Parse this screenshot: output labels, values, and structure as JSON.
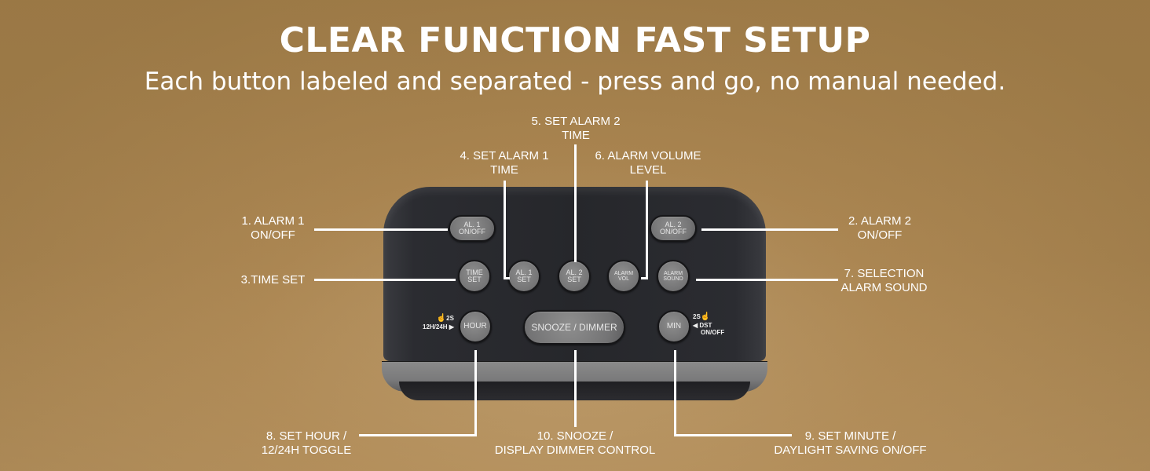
{
  "header": {
    "title": "CLEAR FUNCTION FAST SETUP",
    "subtitle": "Each button labeled and separated - press and go, no manual needed."
  },
  "colors": {
    "background": "#ab8652",
    "clock_body": "#26272b",
    "button_face": "#7a7a7b",
    "text": "#ffffff"
  },
  "buttons": {
    "al1_onoff": {
      "l1": "AL. 1",
      "l2": "ON/OFF"
    },
    "al2_onoff": {
      "l1": "AL. 2",
      "l2": "ON/OFF"
    },
    "time_set": {
      "l1": "TIME",
      "l2": "SET"
    },
    "al1_set": {
      "l1": "AL. 1",
      "l2": "SET"
    },
    "al2_set": {
      "l1": "AL. 2",
      "l2": "SET"
    },
    "alarm_vol": {
      "l1": "ALARM",
      "l2": "VOL"
    },
    "alarm_sound": {
      "l1": "ALARM",
      "l2": "SOUND"
    },
    "hour": {
      "l1": "HOUR"
    },
    "snooze": {
      "l1": "SNOOZE / DIMMER"
    },
    "min": {
      "l1": "MIN"
    }
  },
  "side_notes": {
    "hour_hold": "2S",
    "hour_toggle": "12H/24H",
    "min_hold": "2S",
    "min_dst": "DST",
    "min_onoff": "ON/OFF"
  },
  "callouts": [
    {
      "id": 1,
      "line1": "1. ALARM 1",
      "line2": "ON/OFF"
    },
    {
      "id": 2,
      "line1": "2. ALARM 2",
      "line2": "ON/OFF"
    },
    {
      "id": 3,
      "line1": "3.TIME SET",
      "line2": ""
    },
    {
      "id": 4,
      "line1": "4. SET ALARM 1",
      "line2": "TIME"
    },
    {
      "id": 5,
      "line1": "5. SET ALARM 2",
      "line2": "TIME"
    },
    {
      "id": 6,
      "line1": "6. ALARM VOLUME",
      "line2": "LEVEL"
    },
    {
      "id": 7,
      "line1": "7. SELECTION",
      "line2": "ALARM SOUND"
    },
    {
      "id": 8,
      "line1": "8. SET HOUR /",
      "line2": "12/24H TOGGLE"
    },
    {
      "id": 9,
      "line1": "9. SET MINUTE /",
      "line2": "DAYLIGHT SAVING ON/OFF"
    },
    {
      "id": 10,
      "line1": "10. SNOOZE /",
      "line2": "DISPLAY DIMMER CONTROL"
    }
  ]
}
